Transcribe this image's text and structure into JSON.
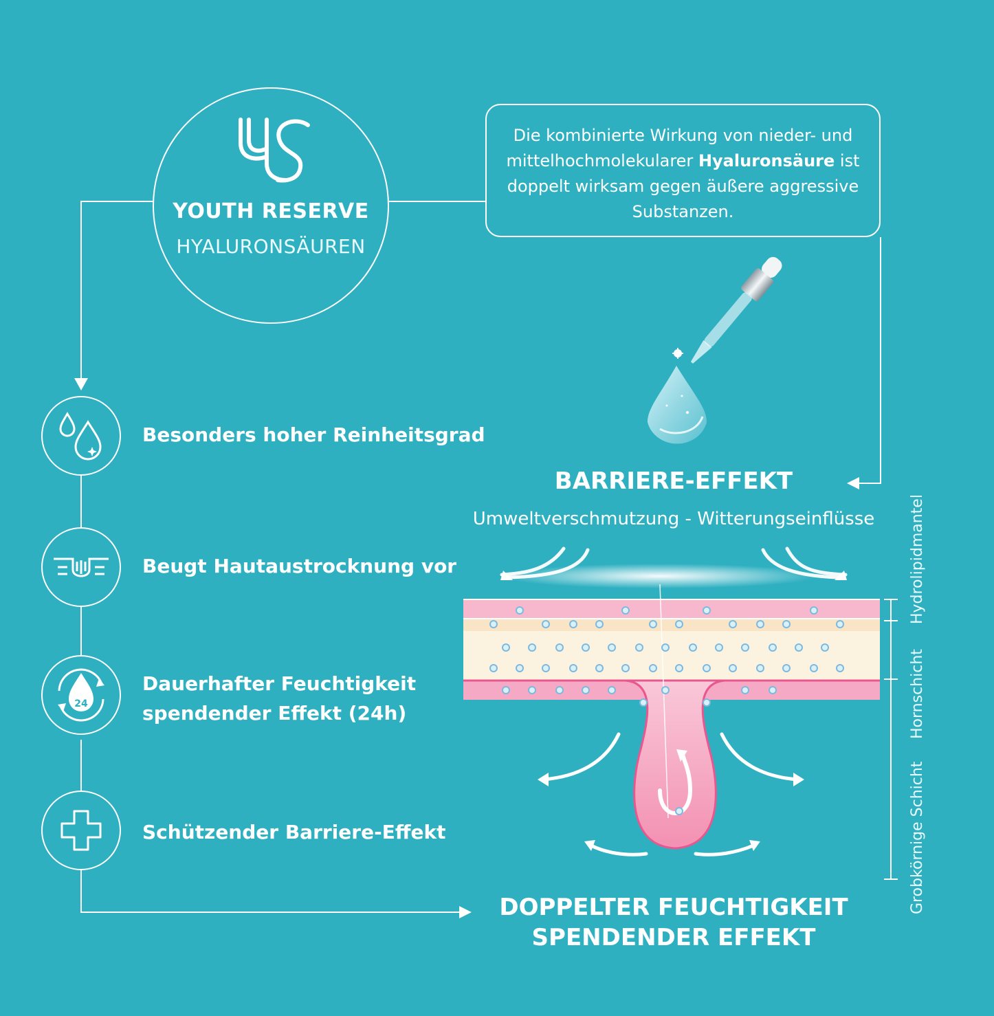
{
  "brand": {
    "title": "YOUTH RESERVE",
    "subtitle": "HYALURONSÄUREN",
    "logo_icon": "ys-monogram-icon"
  },
  "info": {
    "text_before": "Die kombinierte Wirkung von nieder- und mittelhochmolekularer",
    "bold": "Hyaluronsäure",
    "text_after": "ist doppelt wirksam gegen äußere aggressive Substanzen."
  },
  "features": [
    {
      "label": "Besonders hoher Reinheitsgrad",
      "icon": "water-drops-icon"
    },
    {
      "label": "Beugt Hautaustrocknung vor",
      "icon": "skin-moisture-icon"
    },
    {
      "label": "Dauerhafter Feuchtigkeit",
      "label2": "spendender Effekt (24h)",
      "icon": "24h-drop-icon",
      "badge": "24"
    },
    {
      "label": "Schützender Barriere-Effekt",
      "icon": "cross-shield-icon"
    }
  ],
  "diagram": {
    "barrier_title": "BARRIERE-EFFEKT",
    "barrier_subtitle": "Umweltverschmutzung - Witterungseinflüsse",
    "result_line1": "DOPPELTER FEUCHTIGKEIT",
    "result_line2": "SPENDENDER EFFEKT",
    "layers": [
      "Hydrolipidmantel",
      "Hornschicht",
      "Grobkörnige Schicht"
    ]
  },
  "colors": {
    "background": "#2fb0c1",
    "skin_pink": "#f3a4bf",
    "skin_cream": "#fbf0d9",
    "follicle": "#e9578f"
  }
}
